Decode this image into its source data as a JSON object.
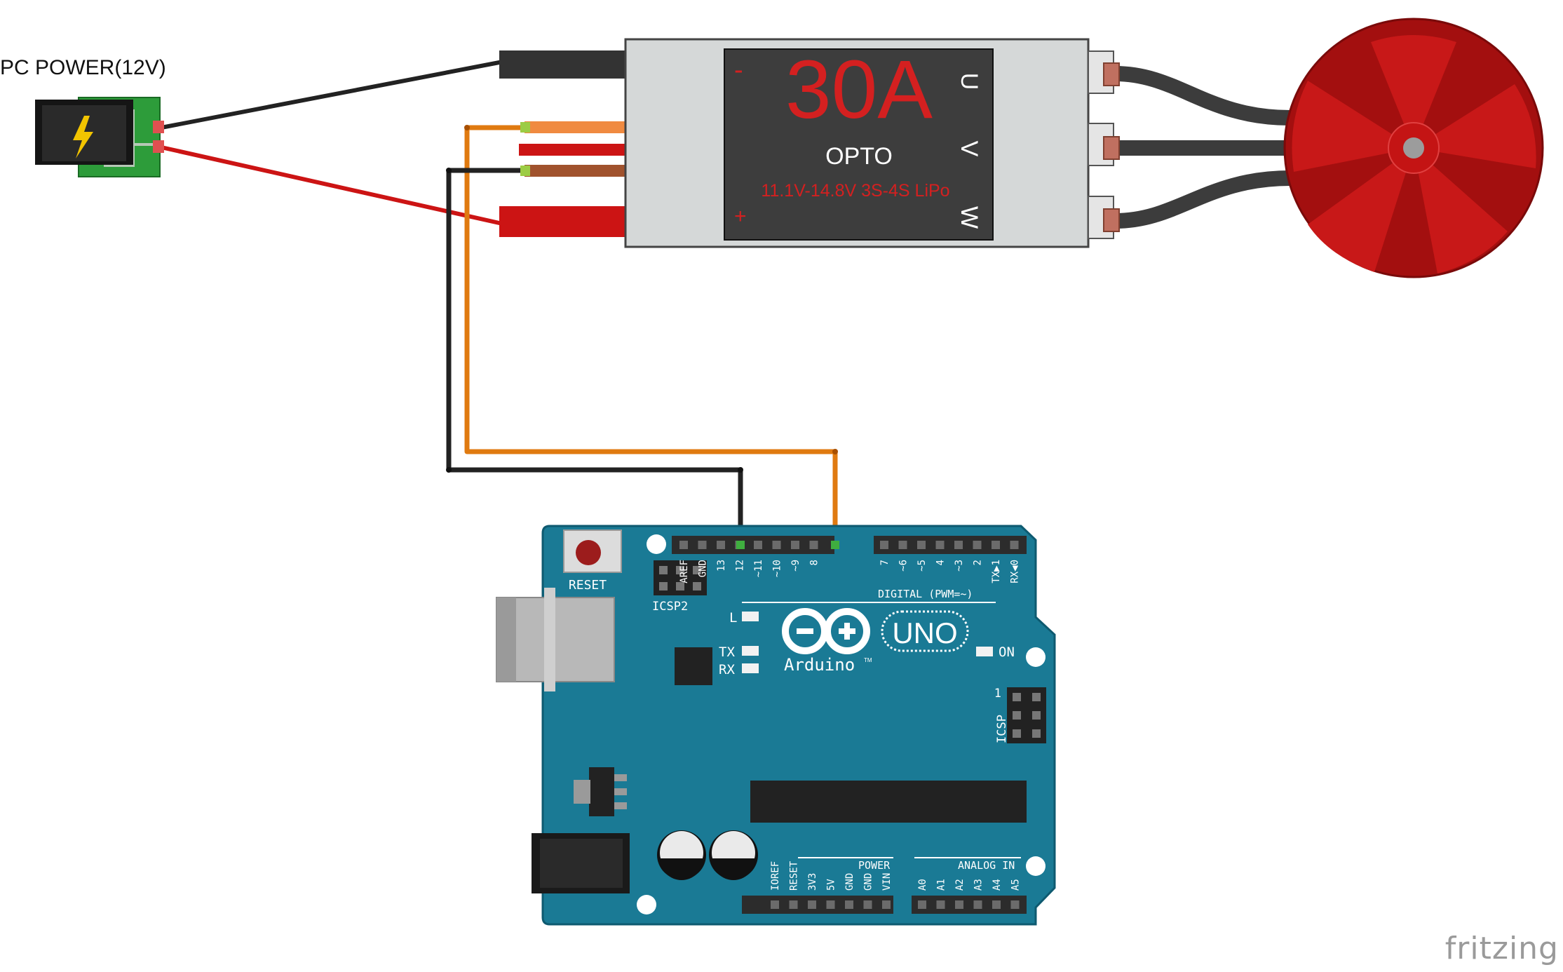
{
  "power": {
    "label": "PC POWER(12V)"
  },
  "esc": {
    "rating": "30A",
    "name": "OPTO",
    "spec": "11.1V-14.8V 3S-4S LiPo",
    "minus": "-",
    "plus": "+",
    "phase_u": "U",
    "phase_v": "V",
    "phase_w": "W"
  },
  "arduino": {
    "reset": "RESET",
    "icsp2": "ICSP2",
    "icsp": "ICSP",
    "icsp_pin1": "1",
    "brand": "Arduino",
    "tm": "TM",
    "model": "UNO",
    "led_l": "L",
    "led_tx": "TX",
    "led_rx": "RX",
    "led_on": "ON",
    "digital_title": "DIGITAL (PWM=~)",
    "power_title": "POWER",
    "analog_title": "ANALOG IN",
    "digital_pins": [
      "AREF",
      "GND",
      "13",
      "12",
      "~11",
      "~10",
      "~9",
      "8",
      "7",
      "~6",
      "~5",
      "4",
      "~3",
      "2",
      "TX▶1",
      "RX◀0"
    ],
    "power_pins": [
      "IOREF",
      "RESET",
      "3V3",
      "5V",
      "GND",
      "GND",
      "VIN"
    ],
    "analog_pins": [
      "A0",
      "A1",
      "A2",
      "A3",
      "A4",
      "A5"
    ]
  },
  "colors": {
    "board": "#1a7a95",
    "board_dark": "#0e5a70",
    "wire_black": "#222222",
    "wire_red": "#cc1414",
    "wire_orange": "#e07a10",
    "motor": "#a30f0f",
    "motor_light": "#c81818",
    "esc_body": "#d5d8d8",
    "esc_label": "#3d3d3d",
    "esc_text_red": "#d42020"
  },
  "watermark": "fritzing"
}
